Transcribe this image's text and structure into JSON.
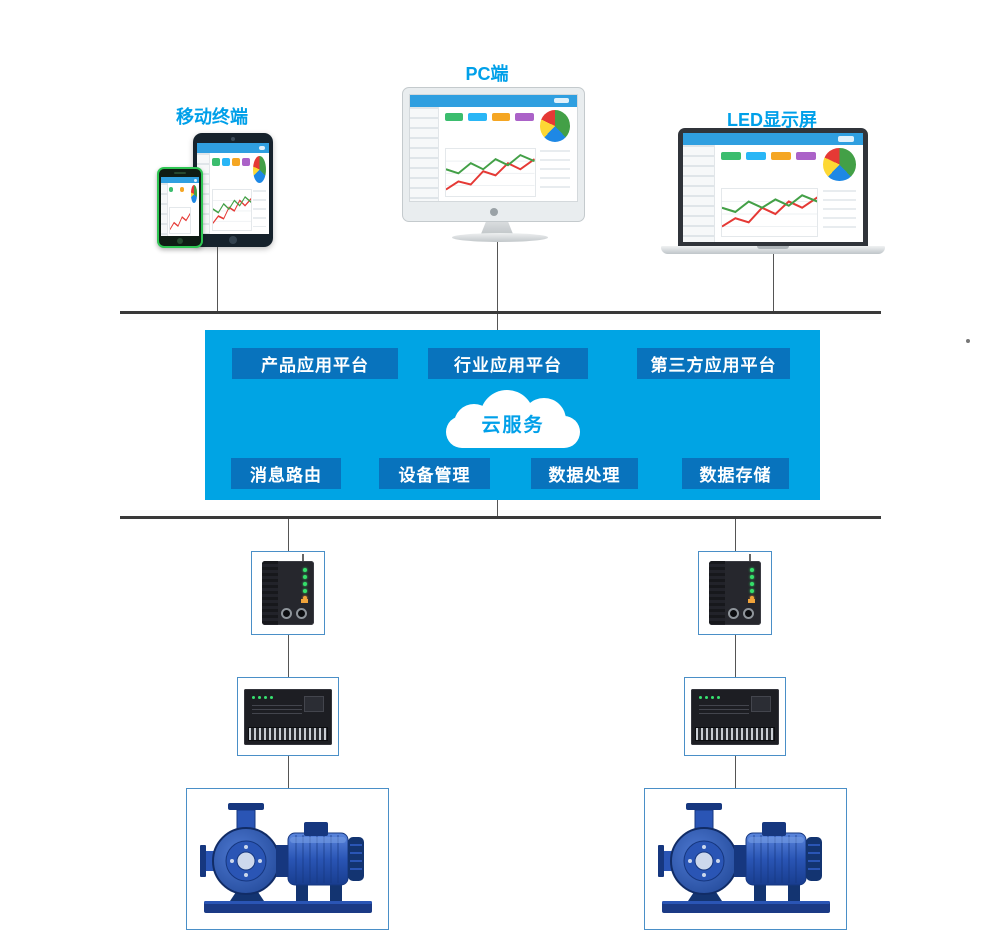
{
  "labels": {
    "mobile": "移动终端",
    "pc": "PC端",
    "led": "LED显示屏"
  },
  "platform": {
    "top_buttons": [
      {
        "label": "产品应用平台"
      },
      {
        "label": "行业应用平台"
      },
      {
        "label": "第三方应用平台"
      }
    ],
    "cloud_label": "云服务",
    "bottom_buttons": [
      {
        "label": "消息路由"
      },
      {
        "label": "设备管理"
      },
      {
        "label": "数据处理"
      },
      {
        "label": "数据存储"
      }
    ]
  },
  "colors": {
    "platform_bg": "#00a4e4",
    "button_bg": "#0873bd",
    "label_text": "#00a0e9",
    "bus_line": "#3a3a3a",
    "box_border": "#4a8fc7"
  },
  "icons": {
    "left_chain": [
      "gateway-device",
      "plc-controller",
      "centrifugal-pump"
    ],
    "right_chain": [
      "gateway-device",
      "plc-controller",
      "centrifugal-pump"
    ]
  }
}
